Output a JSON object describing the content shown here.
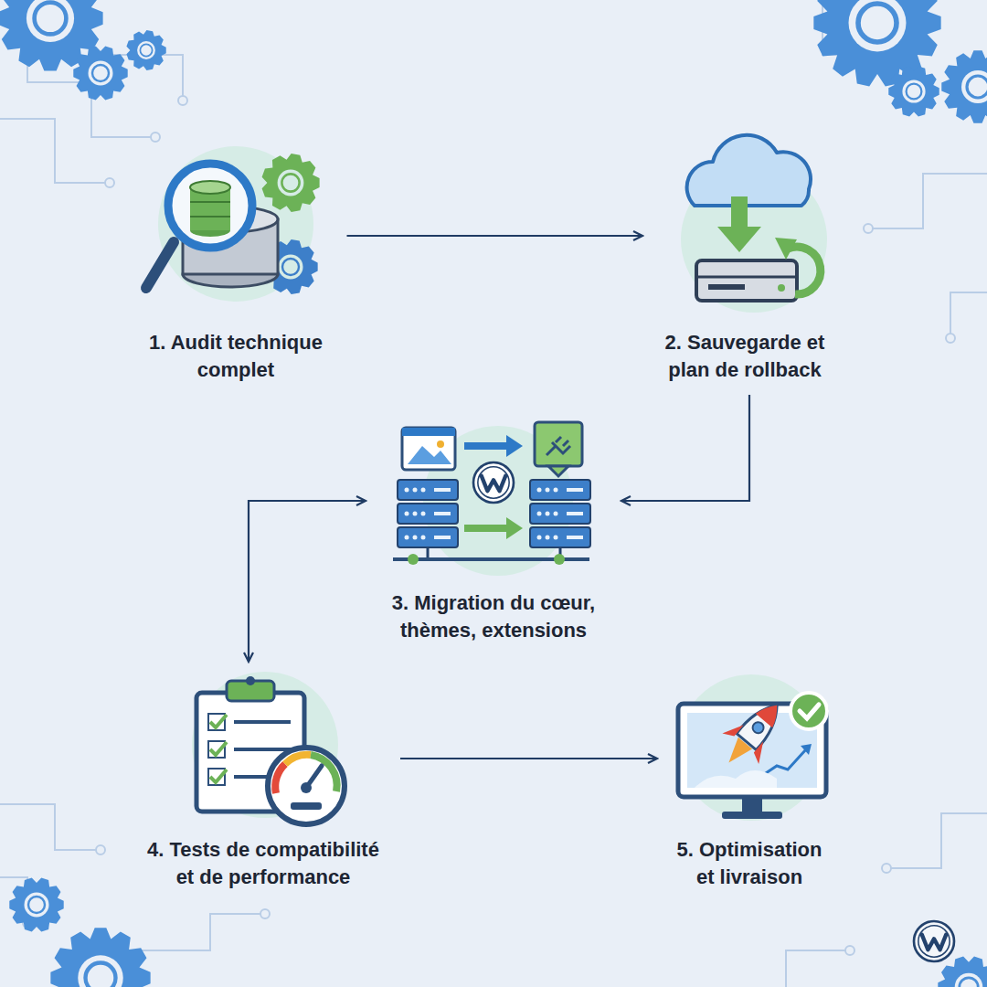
{
  "diagram": {
    "nodes": [
      {
        "text": [
          "1. Audit technique complet"
        ]
      },
      {
        "text": [
          "2. Sauvegarde et plan de rollback"
        ]
      },
      {
        "text": [
          "3. Migration du cœur, thèmes, extensions"
        ]
      },
      {
        "text": [
          "4. Tests de compatibilité et de performance"
        ]
      },
      {
        "text": [
          "5. Optimisation et livraison"
        ]
      }
    ],
    "edges": [
      {
        "from": 0,
        "to": 1,
        "arrow": "to"
      },
      {
        "from": 1,
        "to": 2,
        "arrow": "to"
      },
      {
        "from": 2,
        "to": 3,
        "arrow": "both"
      },
      {
        "from": 3,
        "to": 4,
        "arrow": "to"
      }
    ]
  }
}
